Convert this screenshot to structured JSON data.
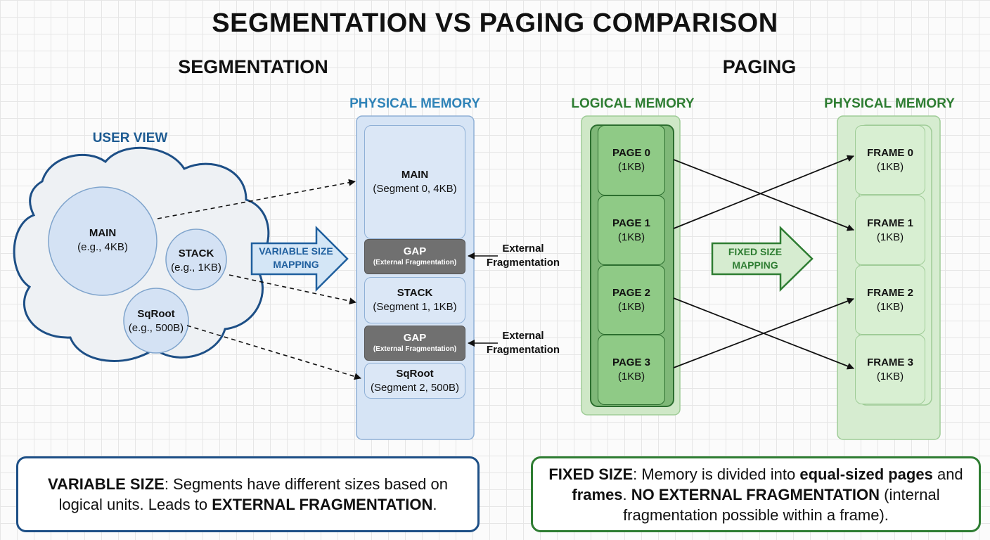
{
  "title": "SEGMENTATION VS PAGING COMPARISON",
  "segmentation": {
    "heading": "SEGMENTATION",
    "user_view_label": "USER VIEW",
    "physical_label": "PHYSICAL MEMORY",
    "arrow_label_1": "VARIABLE SIZE",
    "arrow_label_2": "MAPPING",
    "logical": [
      {
        "name": "MAIN",
        "size": "(e.g., 4KB)"
      },
      {
        "name": "STACK",
        "size": "(e.g., 1KB)"
      },
      {
        "name": "SqRoot",
        "size": "(e.g., 500B)"
      }
    ],
    "physical": {
      "main": {
        "name": "MAIN",
        "detail": "(Segment 0, 4KB)"
      },
      "gap1": {
        "name": "GAP",
        "detail": "(External Fragmentation)"
      },
      "stack": {
        "name": "STACK",
        "detail": "(Segment 1, 1KB)"
      },
      "gap2": {
        "name": "GAP",
        "detail": "(External Fragmentation)"
      },
      "sqroot": {
        "name": "SqRoot",
        "detail": "(Segment 2, 500B)"
      }
    },
    "ext_frag_1": {
      "line1": "External",
      "line2": "Fragmentation"
    },
    "ext_frag_2": {
      "line1": "External",
      "line2": "Fragmentation"
    },
    "note": {
      "bold1": "VARIABLE SIZE",
      "text1": ": Segments have different sizes based on logical units. Leads to ",
      "bold2": "EXTERNAL FRAGMENTATION",
      "text2": "."
    }
  },
  "paging": {
    "heading": "PAGING",
    "logical_label": "LOGICAL MEMORY",
    "physical_label": "PHYSICAL MEMORY",
    "arrow_label_1": "FIXED SIZE",
    "arrow_label_2": "MAPPING",
    "pages": [
      {
        "name": "PAGE 0",
        "size": "(1KB)"
      },
      {
        "name": "PAGE 1",
        "size": "(1KB)"
      },
      {
        "name": "PAGE 2",
        "size": "(1KB)"
      },
      {
        "name": "PAGE 3",
        "size": "(1KB)"
      }
    ],
    "frames": [
      {
        "name": "FRAME 0",
        "size": "(1KB)"
      },
      {
        "name": "FRAME 1",
        "size": "(1KB)"
      },
      {
        "name": "FRAME 2",
        "size": "(1KB)"
      },
      {
        "name": "FRAME 3",
        "size": "(1KB)"
      }
    ],
    "note": {
      "bold1": "FIXED SIZE",
      "text1": ": Memory is divided into ",
      "bold2": "equal-sized pages",
      "text2": " and ",
      "bold3": "frames",
      "text3": ". ",
      "bold4": "NO EXTERNAL FRAGMENTATION",
      "text4": " (internal fragmentation possible within a frame)."
    }
  }
}
